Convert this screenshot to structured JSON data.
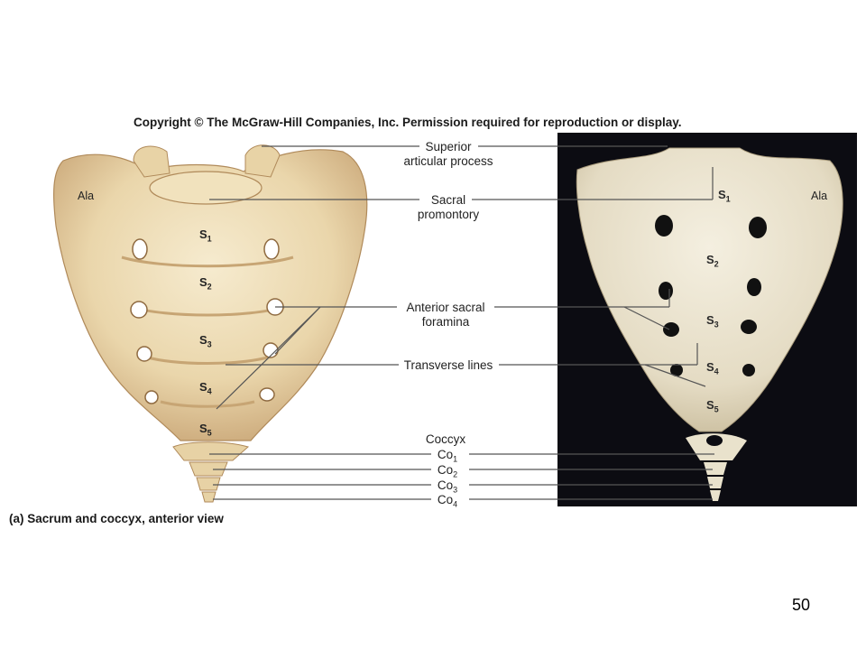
{
  "copyright": "Copyright © The McGraw-Hill Companies, Inc. Permission required for reproduction or display.",
  "caption": "(a) Sacrum and coccyx, anterior view",
  "page_number": "50",
  "labels": {
    "superior_1": "Superior",
    "superior_2": "articular process",
    "promontory_1": "Sacral",
    "promontory_2": "promontory",
    "foramina_1": "Anterior sacral",
    "foramina_2": "foramina",
    "transverse": "Transverse lines",
    "coccyx": "Coccyx"
  },
  "illustration": {
    "ala": "Ala",
    "segments": [
      {
        "base": "S",
        "sub": "1"
      },
      {
        "base": "S",
        "sub": "2"
      },
      {
        "base": "S",
        "sub": "3"
      },
      {
        "base": "S",
        "sub": "4"
      },
      {
        "base": "S",
        "sub": "5"
      }
    ]
  },
  "photo": {
    "ala": "Ala",
    "segments": [
      {
        "base": "S",
        "sub": "1"
      },
      {
        "base": "S",
        "sub": "2"
      },
      {
        "base": "S",
        "sub": "3"
      },
      {
        "base": "S",
        "sub": "4"
      },
      {
        "base": "S",
        "sub": "5"
      }
    ]
  },
  "coccyx_segments": [
    {
      "base": "Co",
      "sub": "1"
    },
    {
      "base": "Co",
      "sub": "2"
    },
    {
      "base": "Co",
      "sub": "3"
    },
    {
      "base": "Co",
      "sub": "4"
    }
  ],
  "colors": {
    "bone_light": "#f3e6c6",
    "bone_mid": "#e2c999",
    "bone_shadow": "#b8956a",
    "photo_bg": "#0c0c12",
    "photo_bone": "#ede6d2",
    "leader": "#555555"
  }
}
